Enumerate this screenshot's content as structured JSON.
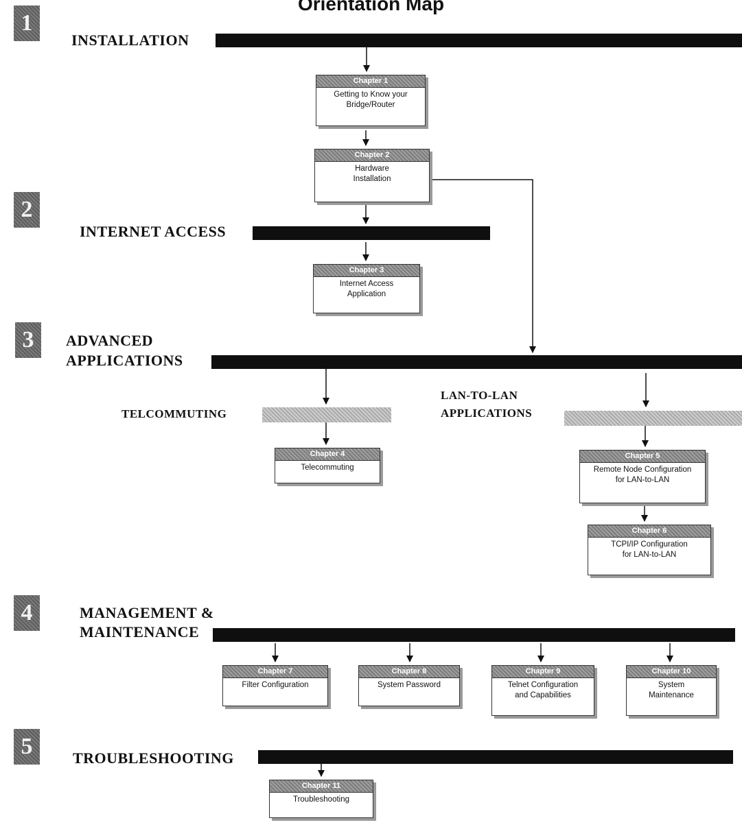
{
  "title": "Orientation Map",
  "sections": [
    {
      "number": "1",
      "label": "INSTALLATION"
    },
    {
      "number": "2",
      "label": "INTERNET ACCESS"
    },
    {
      "number": "3",
      "label_line1": "ADVANCED",
      "label_line2": "APPLICATIONS"
    },
    {
      "number": "4",
      "label_line1": "MANAGEMENT &",
      "label_line2": "MAINTENANCE"
    },
    {
      "number": "5",
      "label": "TROUBLESHOOTING"
    }
  ],
  "subsections": {
    "telecommuting": "TELCOMMUTING",
    "lan_line1": "LAN-TO-LAN",
    "lan_line2": "APPLICATIONS"
  },
  "chapters": [
    {
      "header": "Chapter 1",
      "line1": "Getting to Know your",
      "line2": "Bridge/Router"
    },
    {
      "header": "Chapter 2",
      "line1": "Hardware",
      "line2": "Installation"
    },
    {
      "header": "Chapter 3",
      "line1": "Internet Access",
      "line2": "Application"
    },
    {
      "header": "Chapter 4",
      "line1": "Telecommuting",
      "line2": ""
    },
    {
      "header": "Chapter 5",
      "line1": "Remote Node Configuration",
      "line2": "for LAN-to-LAN"
    },
    {
      "header": "Chapter 6",
      "line1": "TCPI/IP Configuration",
      "line2": "for LAN-to-LAN"
    },
    {
      "header": "Chapter 7",
      "line1": "Filter Configuration",
      "line2": ""
    },
    {
      "header": "Chapter 8",
      "line1": "System Password",
      "line2": ""
    },
    {
      "header": "Chapter 9",
      "line1": "Telnet Configuration",
      "line2": "and Capabilities"
    },
    {
      "header": "Chapter 10",
      "line1": "System",
      "line2": "Maintenance"
    },
    {
      "header": "Chapter 11",
      "line1": "Troubleshooting",
      "line2": ""
    }
  ]
}
